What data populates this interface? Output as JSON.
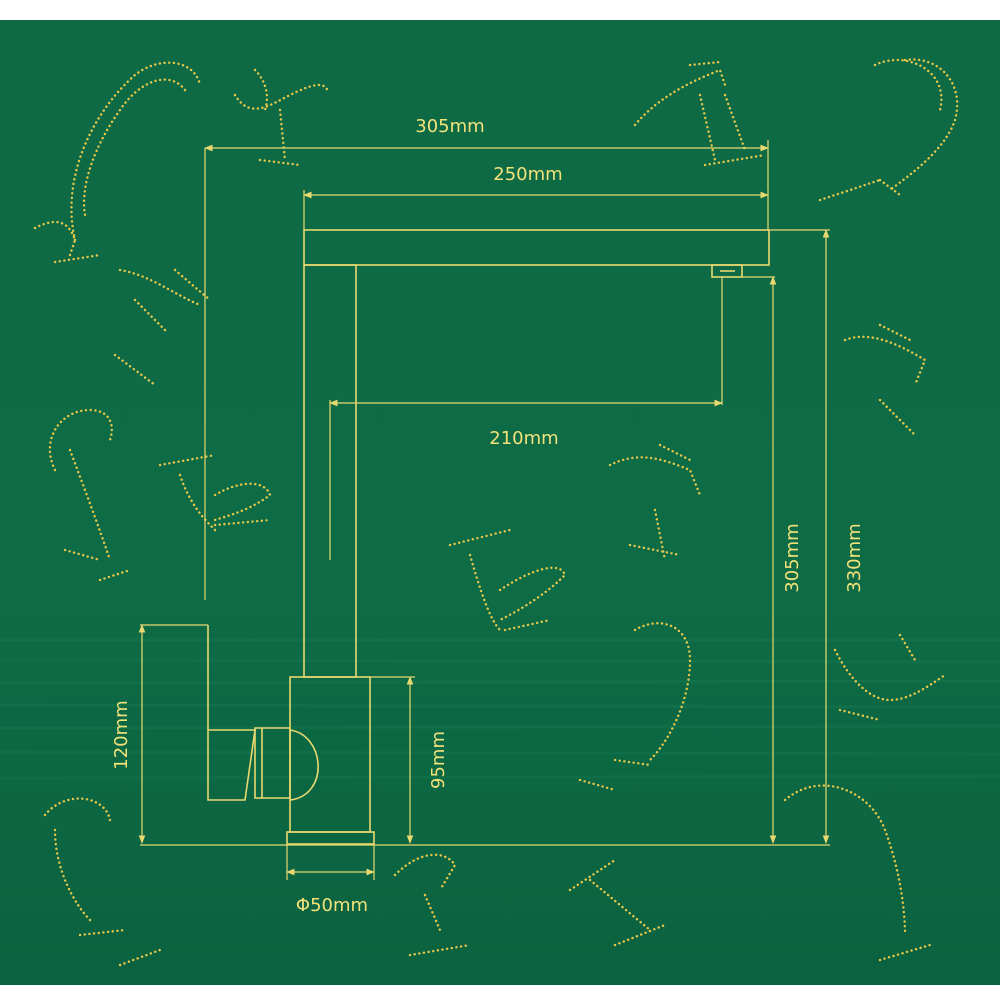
{
  "colors": {
    "background": "#0d6b45",
    "line": "#e8d870",
    "pattern": "#e7c84a",
    "text": "#f2e27a"
  },
  "dimensions": {
    "overall_width": "305mm",
    "spout_length": "250mm",
    "reach": "210mm",
    "spout_height": "305mm",
    "total_height": "330mm",
    "handle_height": "120mm",
    "base_height": "95mm",
    "base_diameter": "Φ50mm"
  }
}
